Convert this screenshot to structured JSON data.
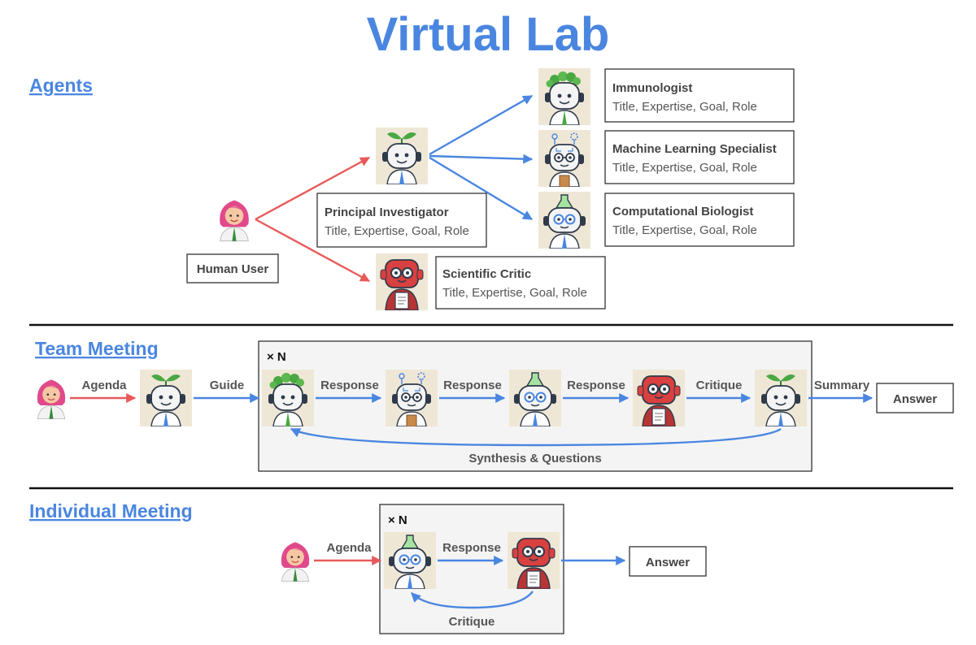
{
  "title": "Virtual Lab",
  "sections": {
    "agents": "Agents",
    "team": "Team Meeting",
    "individual": "Individual Meeting"
  },
  "agents": {
    "human": "Human User",
    "pi": {
      "name": "Principal Investigator",
      "desc": "Title, Expertise, Goal, Role"
    },
    "critic": {
      "name": "Scientific Critic",
      "desc": "Title, Expertise, Goal, Role"
    },
    "immunologist": {
      "name": "Immunologist",
      "desc": "Title, Expertise, Goal, Role"
    },
    "ml": {
      "name": "Machine Learning Specialist",
      "desc": "Title, Expertise, Goal, Role"
    },
    "compbio": {
      "name": "Computational Biologist",
      "desc": "Title, Expertise, Goal, Role"
    }
  },
  "team": {
    "loop": "× N",
    "agenda": "Agenda",
    "guide": "Guide",
    "response1": "Response",
    "response2": "Response",
    "response3": "Response",
    "critique": "Critique",
    "summary": "Summary",
    "answer": "Answer",
    "synthesis": "Synthesis & Questions"
  },
  "individual": {
    "loop": "× N",
    "agenda": "Agenda",
    "response": "Response",
    "answer": "Answer",
    "critique": "Critique"
  },
  "colors": {
    "accent": "#4a86e0",
    "red": "#e85a5a",
    "human_hair": "#e04a8a",
    "robot_red": "#d94040"
  },
  "icons": [
    "human-user-icon",
    "pi-robot-icon",
    "critic-robot-icon",
    "immunologist-robot-icon",
    "ml-robot-icon",
    "compbio-robot-icon"
  ]
}
